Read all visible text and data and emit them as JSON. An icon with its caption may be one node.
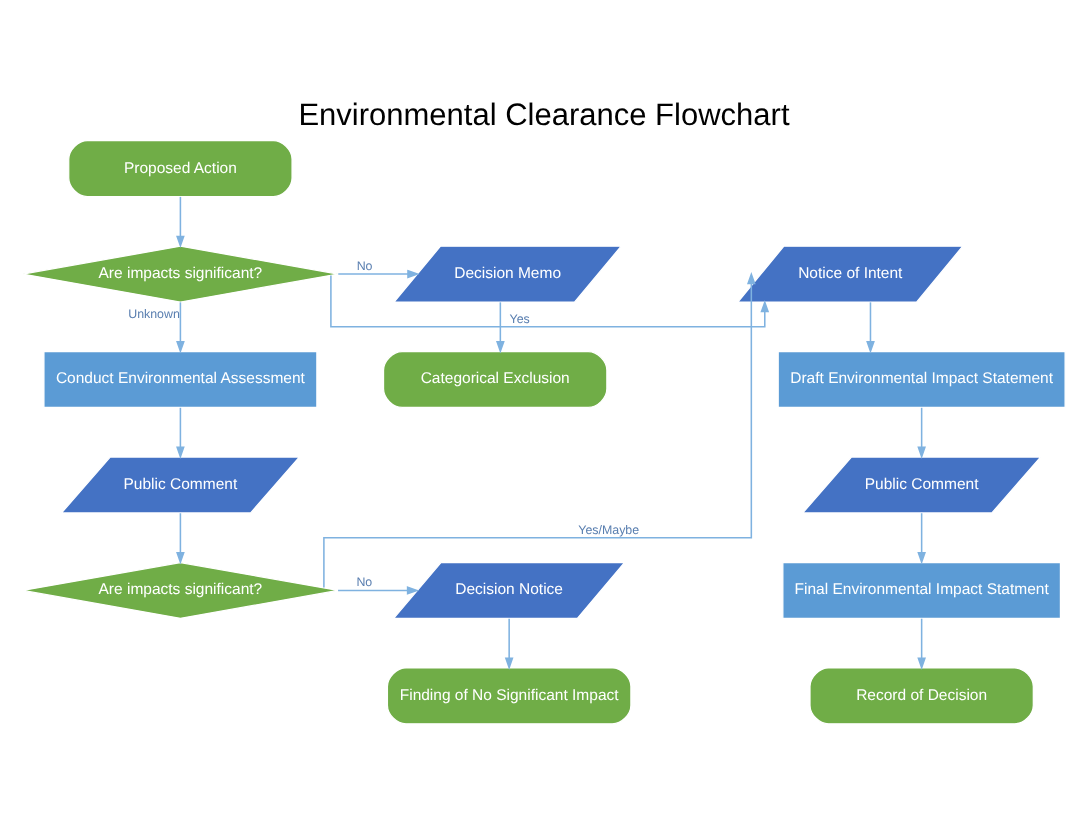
{
  "diagram": {
    "title": "Environmental Clearance Flowchart",
    "nodes": [
      {
        "text": [
          "Proposed Action"
        ]
      },
      {
        "text": [
          "Are impacts significant?"
        ]
      },
      {
        "text": [
          "Notice of Intent"
        ]
      },
      {
        "text": [
          "Decision Memo"
        ]
      },
      {
        "text": [
          "Draft Environmental Impact Statement"
        ]
      },
      {
        "text": [
          "Conduct Environmental Assessment"
        ]
      },
      {
        "text": [
          "Categorical Exclusion"
        ]
      },
      {
        "text": [
          "Public Comment"
        ]
      },
      {
        "text": [
          "Public Comment"
        ]
      },
      {
        "text": [
          "Final Environmental Impact Statment"
        ]
      },
      {
        "text": [
          "Are impacts significant?"
        ]
      },
      {
        "text": [
          "Decision Notice"
        ]
      },
      {
        "text": [
          "Record of Decision"
        ]
      },
      {
        "text": [
          "Finding of No Significant Impact"
        ]
      }
    ],
    "edges": [
      {
        "from": 0,
        "to": 1,
        "arrow": "to"
      },
      {
        "from": 1,
        "to": 2,
        "arrow": "to",
        "label": "Yes"
      },
      {
        "from": 1,
        "to": 3,
        "arrow": "to",
        "label": "No"
      },
      {
        "from": 1,
        "to": 5,
        "arrow": "to",
        "label": "Unknown"
      },
      {
        "from": 3,
        "to": 6,
        "arrow": "to"
      },
      {
        "from": 2,
        "to": 4,
        "arrow": "to"
      },
      {
        "from": 4,
        "to": 7,
        "arrow": "to"
      },
      {
        "from": 7,
        "to": 9,
        "arrow": "to"
      },
      {
        "from": 9,
        "to": 12,
        "arrow": "to"
      },
      {
        "from": 5,
        "to": 8,
        "arrow": "to"
      },
      {
        "from": 8,
        "to": 10,
        "arrow": "to"
      },
      {
        "from": 10,
        "to": 11,
        "arrow": "to",
        "label": "No"
      },
      {
        "from": 10,
        "to": 2,
        "arrow": "to",
        "label": "Yes/Maybe"
      },
      {
        "from": 11,
        "to": 13,
        "arrow": "to"
      }
    ]
  }
}
